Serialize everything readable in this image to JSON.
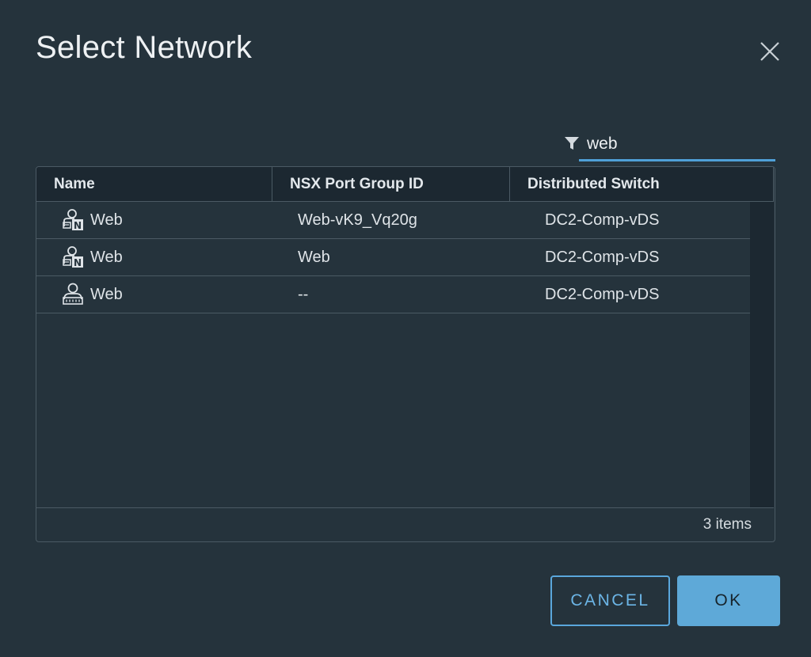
{
  "dialog": {
    "title": "Select Network",
    "close_icon": "close-icon"
  },
  "filter": {
    "icon": "filter-icon",
    "value": "web"
  },
  "grid": {
    "columns": [
      "Name",
      "NSX Port Group ID",
      "Distributed Switch"
    ],
    "rows": [
      {
        "icon": "nsx-port-group-icon",
        "name": "Web",
        "port_group_id": "Web-vK9_Vq20g",
        "switch": "DC2-Comp-vDS"
      },
      {
        "icon": "nsx-port-group-icon",
        "name": "Web",
        "port_group_id": "Web",
        "switch": "DC2-Comp-vDS"
      },
      {
        "icon": "distributed-port-group-icon",
        "name": "Web",
        "port_group_id": "--",
        "switch": "DC2-Comp-vDS"
      }
    ],
    "footer_count": "3 items"
  },
  "buttons": {
    "cancel": "CANCEL",
    "ok": "OK"
  }
}
